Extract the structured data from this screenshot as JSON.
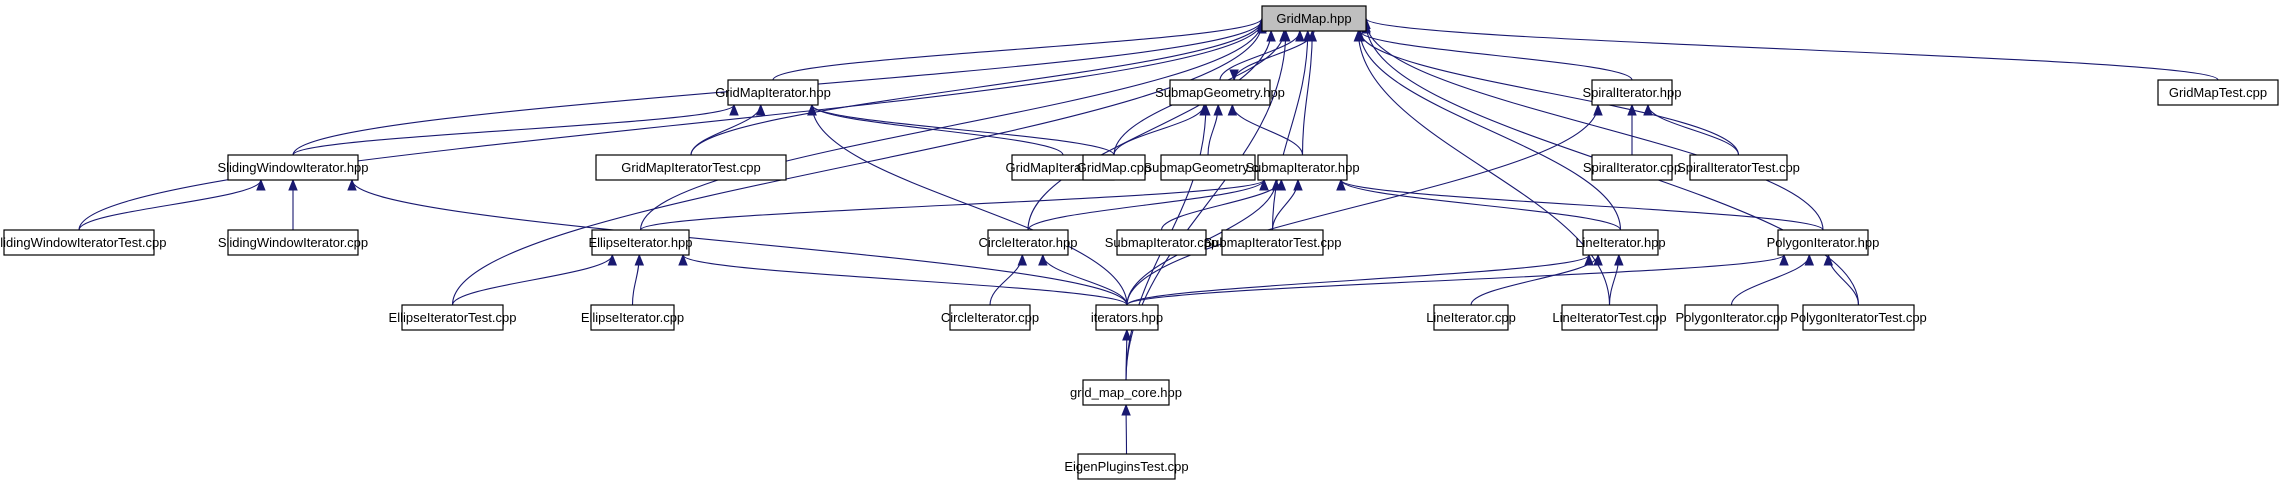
{
  "diagram": {
    "title": "GridMap.hpp include dependency graph",
    "root": "GridMap.hpp",
    "edge_color": "#191970",
    "root_fill": "#bfbfbf",
    "node_fill": "#ffffff",
    "nodes": [
      {
        "id": "GridMap_hpp",
        "label": "GridMap.hpp",
        "root": true
      },
      {
        "id": "GridMapIterator_hpp",
        "label": "GridMapIterator.hpp"
      },
      {
        "id": "SubmapGeometry_hpp",
        "label": "SubmapGeometry.hpp"
      },
      {
        "id": "SpiralIterator_hpp",
        "label": "SpiralIterator.hpp"
      },
      {
        "id": "GridMapTest_cpp",
        "label": "GridMapTest.cpp"
      },
      {
        "id": "SlidingWindowIterator_hpp",
        "label": "SlidingWindowIterator.hpp"
      },
      {
        "id": "GridMapIteratorTest_cpp",
        "label": "GridMapIteratorTest.cpp"
      },
      {
        "id": "GridMapIterator_cpp",
        "label": "GridMapIterator.cpp"
      },
      {
        "id": "GridMap_cpp",
        "label": "GridMap.cpp"
      },
      {
        "id": "SubmapGeometry_cpp",
        "label": "SubmapGeometry.cpp"
      },
      {
        "id": "SubmapIterator_hpp",
        "label": "SubmapIterator.hpp"
      },
      {
        "id": "SpiralIterator_cpp",
        "label": "SpiralIterator.cpp"
      },
      {
        "id": "SpiralIteratorTest_cpp",
        "label": "SpiralIteratorTest.cpp"
      },
      {
        "id": "SlidingWindowIteratorTest_cpp",
        "label": "SlidingWindowIteratorTest.cpp"
      },
      {
        "id": "SlidingWindowIterator_cpp",
        "label": "SlidingWindowIterator.cpp"
      },
      {
        "id": "EllipseIterator_hpp",
        "label": "EllipseIterator.hpp"
      },
      {
        "id": "CircleIterator_hpp",
        "label": "CircleIterator.hpp"
      },
      {
        "id": "SubmapIterator_cpp",
        "label": "SubmapIterator.cpp"
      },
      {
        "id": "SubmapIteratorTest_cpp",
        "label": "SubmapIteratorTest.cpp"
      },
      {
        "id": "LineIterator_hpp",
        "label": "LineIterator.hpp"
      },
      {
        "id": "PolygonIterator_hpp",
        "label": "PolygonIterator.hpp"
      },
      {
        "id": "EllipseIteratorTest_cpp",
        "label": "EllipseIteratorTest.cpp"
      },
      {
        "id": "EllipseIterator_cpp",
        "label": "EllipseIterator.cpp"
      },
      {
        "id": "CircleIterator_cpp",
        "label": "CircleIterator.cpp"
      },
      {
        "id": "iterators_hpp",
        "label": "iterators.hpp"
      },
      {
        "id": "LineIterator_cpp",
        "label": "LineIterator.cpp"
      },
      {
        "id": "LineIteratorTest_cpp",
        "label": "LineIteratorTest.cpp"
      },
      {
        "id": "PolygonIterator_cpp",
        "label": "PolygonIterator.cpp"
      },
      {
        "id": "PolygonIteratorTest_cpp",
        "label": "PolygonIteratorTest.cpp"
      },
      {
        "id": "grid_map_core_hpp",
        "label": "grid_map_core.hpp"
      },
      {
        "id": "EigenPluginsTest_cpp",
        "label": "EigenPluginsTest.cpp"
      }
    ],
    "edges": [
      {
        "from": "GridMapIterator_hpp",
        "to": "GridMap_hpp"
      },
      {
        "from": "SubmapGeometry_hpp",
        "to": "GridMap_hpp"
      },
      {
        "from": "GridMap_hpp",
        "to": "SubmapGeometry_hpp"
      },
      {
        "from": "SpiralIterator_hpp",
        "to": "GridMap_hpp"
      },
      {
        "from": "GridMapTest_cpp",
        "to": "GridMap_hpp"
      },
      {
        "from": "SlidingWindowIterator_hpp",
        "to": "GridMap_hpp"
      },
      {
        "from": "SlidingWindowIteratorTest_cpp",
        "to": "GridMap_hpp"
      },
      {
        "from": "GridMapIteratorTest_cpp",
        "to": "GridMap_hpp"
      },
      {
        "from": "GridMap_cpp",
        "to": "GridMap_hpp"
      },
      {
        "from": "SubmapIterator_hpp",
        "to": "GridMap_hpp"
      },
      {
        "from": "EllipseIterator_hpp",
        "to": "GridMap_hpp"
      },
      {
        "from": "CircleIterator_hpp",
        "to": "GridMap_hpp"
      },
      {
        "from": "SubmapIteratorTest_cpp",
        "to": "GridMap_hpp"
      },
      {
        "from": "LineIterator_hpp",
        "to": "GridMap_hpp"
      },
      {
        "from": "PolygonIterator_hpp",
        "to": "GridMap_hpp"
      },
      {
        "from": "SpiralIteratorTest_cpp",
        "to": "GridMap_hpp"
      },
      {
        "from": "EllipseIteratorTest_cpp",
        "to": "GridMap_hpp"
      },
      {
        "from": "LineIteratorTest_cpp",
        "to": "GridMap_hpp"
      },
      {
        "from": "PolygonIteratorTest_cpp",
        "to": "GridMap_hpp"
      },
      {
        "from": "grid_map_core_hpp",
        "to": "GridMap_hpp"
      },
      {
        "from": "SlidingWindowIterator_hpp",
        "to": "GridMapIterator_hpp"
      },
      {
        "from": "GridMapIteratorTest_cpp",
        "to": "GridMapIterator_hpp"
      },
      {
        "from": "GridMapIterator_cpp",
        "to": "GridMapIterator_hpp"
      },
      {
        "from": "GridMap_cpp",
        "to": "GridMapIterator_hpp"
      },
      {
        "from": "iterators_hpp",
        "to": "GridMapIterator_hpp"
      },
      {
        "from": "GridMap_cpp",
        "to": "SubmapGeometry_hpp"
      },
      {
        "from": "SubmapGeometry_cpp",
        "to": "SubmapGeometry_hpp"
      },
      {
        "from": "SubmapIterator_hpp",
        "to": "SubmapGeometry_hpp"
      },
      {
        "from": "grid_map_core_hpp",
        "to": "SubmapGeometry_hpp"
      },
      {
        "from": "SpiralIterator_cpp",
        "to": "SpiralIterator_hpp"
      },
      {
        "from": "SpiralIteratorTest_cpp",
        "to": "SpiralIterator_hpp"
      },
      {
        "from": "iterators_hpp",
        "to": "SpiralIterator_hpp"
      },
      {
        "from": "SlidingWindowIteratorTest_cpp",
        "to": "SlidingWindowIterator_hpp"
      },
      {
        "from": "SlidingWindowIterator_cpp",
        "to": "SlidingWindowIterator_hpp"
      },
      {
        "from": "iterators_hpp",
        "to": "SlidingWindowIterator_hpp"
      },
      {
        "from": "EllipseIterator_hpp",
        "to": "SubmapIterator_hpp"
      },
      {
        "from": "CircleIterator_hpp",
        "to": "SubmapIterator_hpp"
      },
      {
        "from": "SubmapIterator_cpp",
        "to": "SubmapIterator_hpp"
      },
      {
        "from": "SubmapIteratorTest_cpp",
        "to": "SubmapIterator_hpp"
      },
      {
        "from": "LineIterator_hpp",
        "to": "SubmapIterator_hpp"
      },
      {
        "from": "PolygonIterator_hpp",
        "to": "SubmapIterator_hpp"
      },
      {
        "from": "iterators_hpp",
        "to": "SubmapIterator_hpp"
      },
      {
        "from": "EllipseIteratorTest_cpp",
        "to": "EllipseIterator_hpp"
      },
      {
        "from": "EllipseIterator_cpp",
        "to": "EllipseIterator_hpp"
      },
      {
        "from": "iterators_hpp",
        "to": "EllipseIterator_hpp"
      },
      {
        "from": "CircleIterator_cpp",
        "to": "CircleIterator_hpp"
      },
      {
        "from": "iterators_hpp",
        "to": "CircleIterator_hpp"
      },
      {
        "from": "LineIterator_cpp",
        "to": "LineIterator_hpp"
      },
      {
        "from": "LineIteratorTest_cpp",
        "to": "LineIterator_hpp"
      },
      {
        "from": "iterators_hpp",
        "to": "LineIterator_hpp"
      },
      {
        "from": "PolygonIterator_cpp",
        "to": "PolygonIterator_hpp"
      },
      {
        "from": "PolygonIteratorTest_cpp",
        "to": "PolygonIterator_hpp"
      },
      {
        "from": "iterators_hpp",
        "to": "PolygonIterator_hpp"
      },
      {
        "from": "grid_map_core_hpp",
        "to": "iterators_hpp"
      },
      {
        "from": "EigenPluginsTest_cpp",
        "to": "grid_map_core_hpp"
      }
    ]
  }
}
